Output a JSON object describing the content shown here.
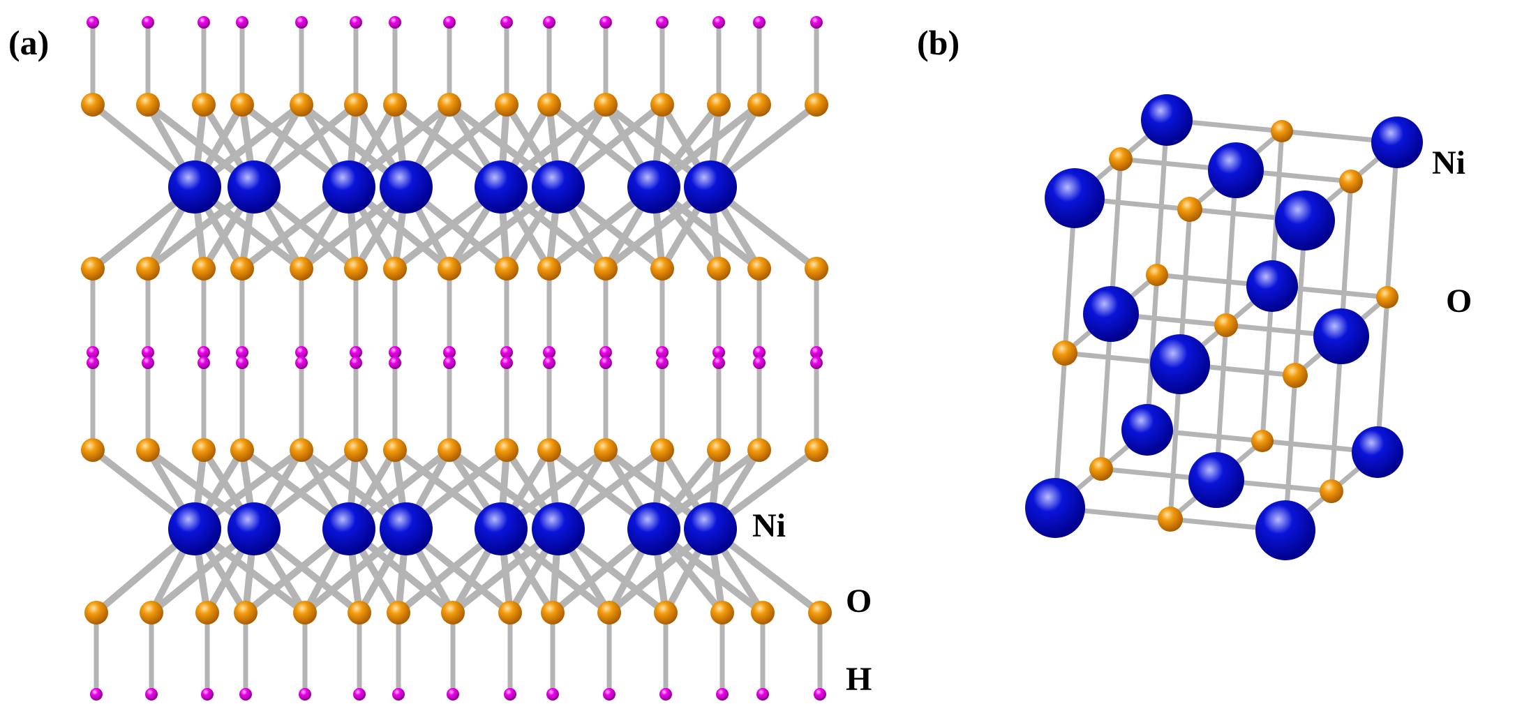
{
  "figure": {
    "panel_a": {
      "label": "(a)",
      "element_labels": {
        "ni": "Ni",
        "o": "O",
        "h": "H"
      }
    },
    "panel_b": {
      "label": "(b)",
      "element_labels": {
        "ni": "Ni",
        "o": "O"
      }
    }
  },
  "colors": {
    "ni_atom": "#0a14d8",
    "o_atom": "#f29a0c",
    "h_atom": "#ee00ee",
    "bond": "#b4b4b4",
    "background": "#ffffff",
    "text": "#000000"
  },
  "icons": {
    "ni_atom": "blue-sphere",
    "o_atom": "orange-sphere",
    "h_atom": "magenta-sphere"
  }
}
